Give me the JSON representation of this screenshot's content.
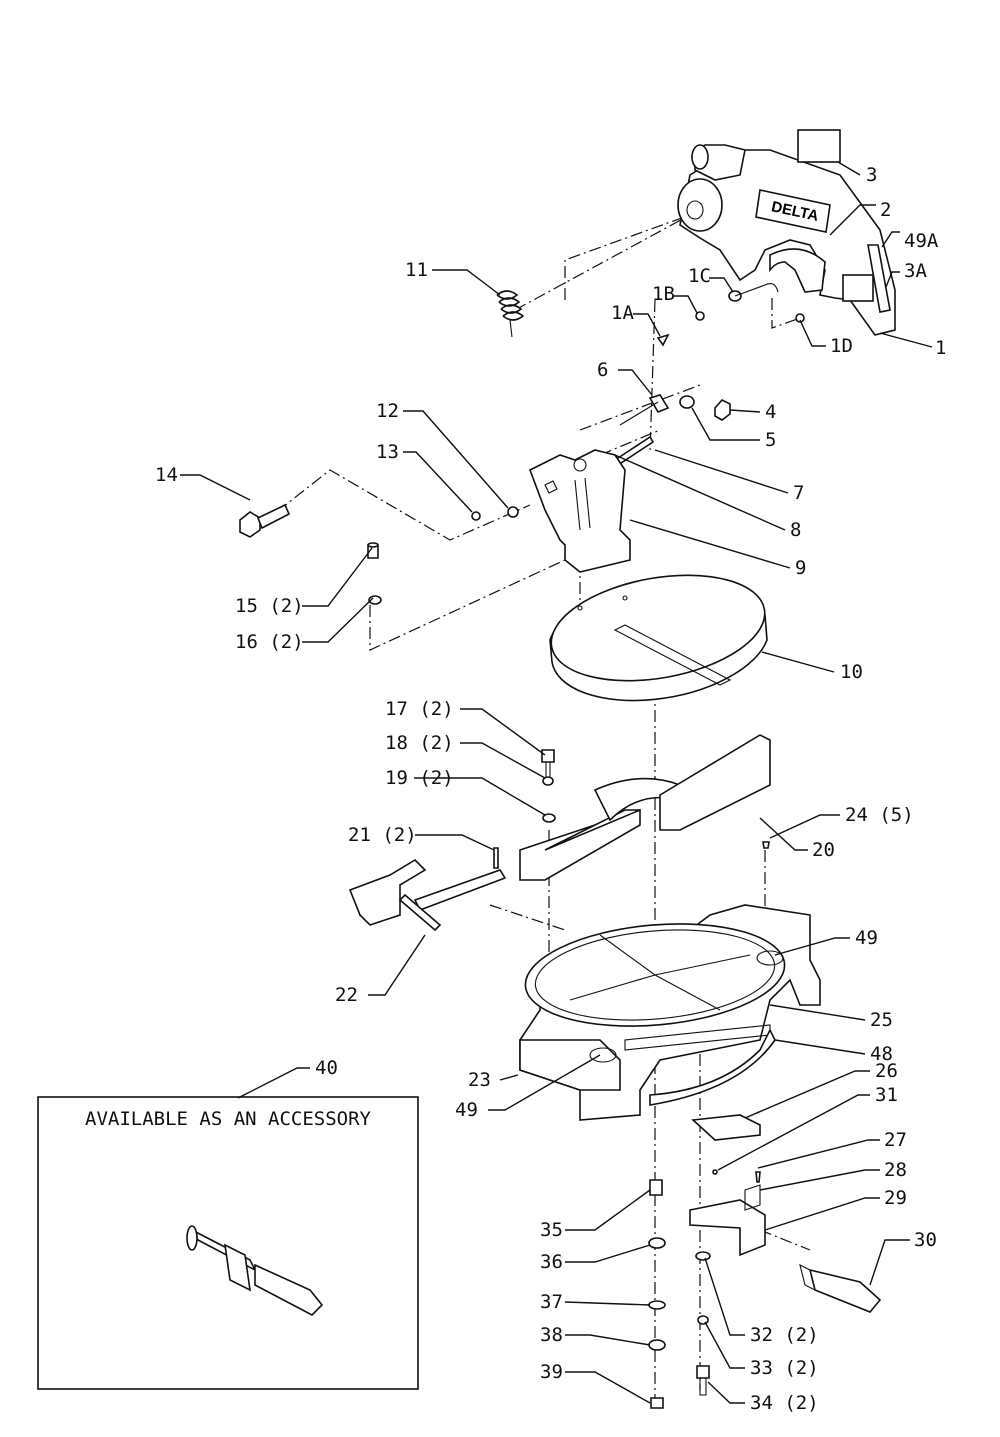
{
  "diagram": {
    "brand_logo": "DELTA",
    "accessory_box_text": "AVAILABLE AS AN ACCESSORY",
    "labels": [
      {
        "id": "3",
        "text": "3"
      },
      {
        "id": "2",
        "text": "2"
      },
      {
        "id": "49A",
        "text": "49A"
      },
      {
        "id": "3A",
        "text": "3A"
      },
      {
        "id": "11",
        "text": "11"
      },
      {
        "id": "1C",
        "text": "1C"
      },
      {
        "id": "1B",
        "text": "1B"
      },
      {
        "id": "1A",
        "text": "1A"
      },
      {
        "id": "1D",
        "text": "1D"
      },
      {
        "id": "1",
        "text": "1"
      },
      {
        "id": "6",
        "text": "6"
      },
      {
        "id": "4",
        "text": "4"
      },
      {
        "id": "5",
        "text": "5"
      },
      {
        "id": "12",
        "text": "12"
      },
      {
        "id": "13",
        "text": "13"
      },
      {
        "id": "14",
        "text": "14"
      },
      {
        "id": "7",
        "text": "7"
      },
      {
        "id": "8",
        "text": "8"
      },
      {
        "id": "9",
        "text": "9"
      },
      {
        "id": "15",
        "text": "15 (2)"
      },
      {
        "id": "16",
        "text": "16 (2)"
      },
      {
        "id": "10",
        "text": "10"
      },
      {
        "id": "17",
        "text": "17 (2)"
      },
      {
        "id": "18",
        "text": "18 (2)"
      },
      {
        "id": "19",
        "text": "19 (2)"
      },
      {
        "id": "20",
        "text": "20"
      },
      {
        "id": "24",
        "text": "24 (5)"
      },
      {
        "id": "21",
        "text": "21 (2)"
      },
      {
        "id": "49b",
        "text": "49"
      },
      {
        "id": "22",
        "text": "22"
      },
      {
        "id": "25",
        "text": "25"
      },
      {
        "id": "40",
        "text": "40"
      },
      {
        "id": "48",
        "text": "48"
      },
      {
        "id": "23",
        "text": "23"
      },
      {
        "id": "26",
        "text": "26"
      },
      {
        "id": "49c",
        "text": "49"
      },
      {
        "id": "31",
        "text": "31"
      },
      {
        "id": "27",
        "text": "27"
      },
      {
        "id": "28",
        "text": "28"
      },
      {
        "id": "29",
        "text": "29"
      },
      {
        "id": "35",
        "text": "35"
      },
      {
        "id": "30",
        "text": "30"
      },
      {
        "id": "36",
        "text": "36"
      },
      {
        "id": "37",
        "text": "37"
      },
      {
        "id": "32",
        "text": "32 (2)"
      },
      {
        "id": "38",
        "text": "38"
      },
      {
        "id": "33",
        "text": "33 (2)"
      },
      {
        "id": "39",
        "text": "39"
      },
      {
        "id": "34",
        "text": "34 (2)"
      }
    ]
  }
}
